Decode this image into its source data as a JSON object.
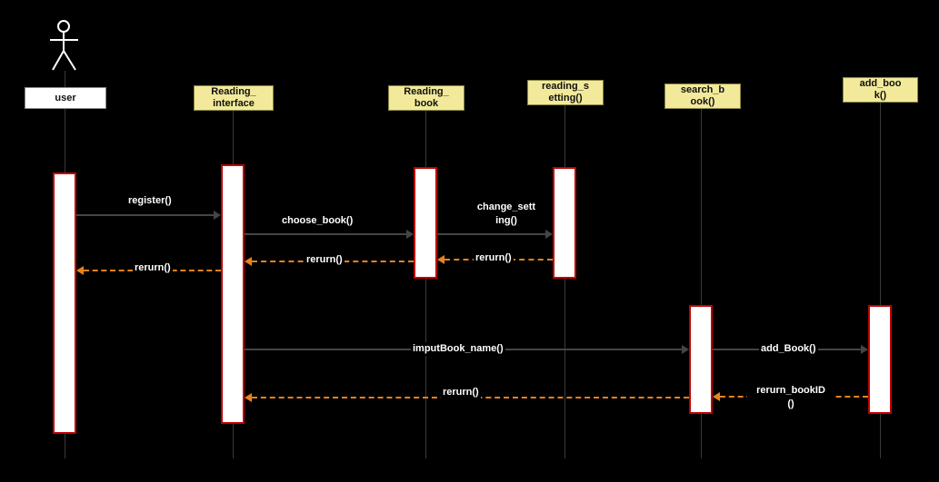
{
  "diagram": {
    "type": "uml-sequence-diagram",
    "background_color": "#000000",
    "colors": {
      "lifeline_box_fill": "#f2ea9a",
      "actor_box_fill": "#ffffff",
      "activation_fill": "#ffffff",
      "activation_border": "#c00000",
      "call_arrow": "#454545",
      "return_arrow": "#e8821c",
      "message_text": "#ffffff"
    },
    "lifelines": [
      {
        "id": "user",
        "label": "user",
        "kind": "actor"
      },
      {
        "id": "reading_interface",
        "label": "Reading_\ninterface",
        "kind": "object"
      },
      {
        "id": "reading_book",
        "label": "Reading_\nbook",
        "kind": "object"
      },
      {
        "id": "reading_setting",
        "label": "reading_s\netting()",
        "kind": "object"
      },
      {
        "id": "search_book",
        "label": "search_b\nook()",
        "kind": "object"
      },
      {
        "id": "add_book",
        "label": "add_boo\nk()",
        "kind": "object"
      }
    ],
    "messages": [
      {
        "label": "register()",
        "type": "call",
        "from": "user",
        "to": "reading_interface"
      },
      {
        "label": "rerurn()",
        "type": "return",
        "from": "reading_interface",
        "to": "user"
      },
      {
        "label": "choose_book()",
        "type": "call",
        "from": "reading_interface",
        "to": "reading_book"
      },
      {
        "label": "rerurn()",
        "type": "return",
        "from": "reading_book",
        "to": "reading_interface"
      },
      {
        "label": "change_sett\ning()",
        "type": "call",
        "from": "reading_book",
        "to": "reading_setting"
      },
      {
        "label": "rerurn()",
        "type": "return",
        "from": "reading_setting",
        "to": "reading_book"
      },
      {
        "label": "imputBook_name()",
        "type": "call",
        "from": "reading_interface",
        "to": "search_book"
      },
      {
        "label": "add_Book()",
        "type": "call",
        "from": "search_book",
        "to": "add_book"
      },
      {
        "label": "rerurn_bookID\n()",
        "type": "return",
        "from": "add_book",
        "to": "search_book"
      },
      {
        "label": "rerurn()",
        "type": "return",
        "from": "search_book",
        "to": "reading_interface"
      }
    ]
  }
}
